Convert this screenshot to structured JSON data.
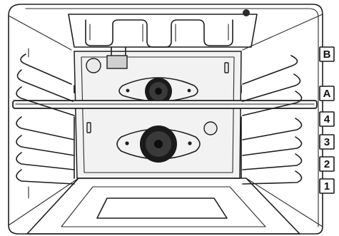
{
  "figure": {
    "subject": "oven-interior-rack-positions",
    "rack_labels": [
      {
        "id": "B",
        "label": "B"
      },
      {
        "id": "A",
        "label": "A"
      },
      {
        "id": "4",
        "label": "4"
      },
      {
        "id": "3",
        "label": "3"
      },
      {
        "id": "2",
        "label": "2"
      },
      {
        "id": "1",
        "label": "1"
      }
    ],
    "colors": {
      "line": "#1e1e1e",
      "panel": "#e6e6e6",
      "fan": "#1a1a1a",
      "background": "#ffffff"
    }
  }
}
